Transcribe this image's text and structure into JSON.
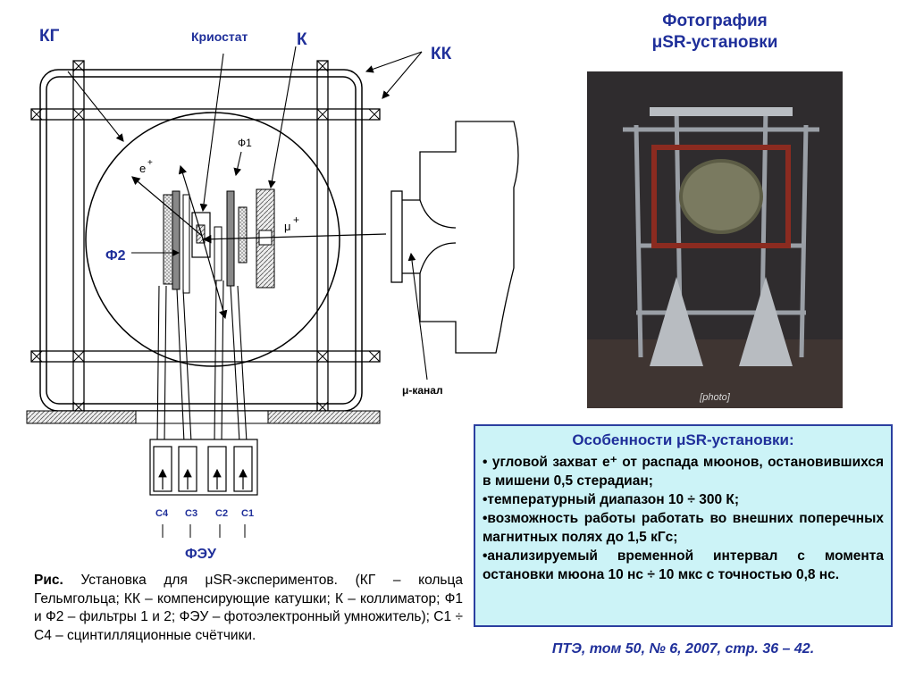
{
  "diagram": {
    "labels": {
      "kg": "КГ",
      "kriostat": "Криостат",
      "k": "К",
      "kk": "КК",
      "f1": "Ф1",
      "f2": "Ф2",
      "e_plus": "e",
      "plus": "+",
      "mu_plus": "μ",
      "mu_channel": "μ-канал",
      "feu": "ФЭУ",
      "counters": [
        "С4",
        "С3",
        "С2",
        "С1"
      ]
    }
  },
  "photo": {
    "title_line1": "Фотография",
    "title_line2": "μSR-установки"
  },
  "features": {
    "title": "Особенности μSR-установки:",
    "items": [
      "• угловой захват e⁺ от распада мюонов, остановившихся в мишени 0,5 стерадиан;",
      "•температурный диапазон 10 ÷ 300 К;",
      "•возможность работы работать во внешних поперечных магнитных полях до 1,5 кГс;",
      "•анализируемый временной интервал с момента остановки мюона 10 нс ÷ 10 мкс с точностью 0,8 нс."
    ]
  },
  "reference": "ПТЭ, том 50, № 6, 2007, стр. 36 – 42.",
  "caption": {
    "bold": "Рис.",
    "text": " Установка для μSR-экспериментов. (КГ – кольца Гельмгольца; КК – компенсирующие катушки; К – коллиматор; Ф1 и Ф2 – фильтры 1 и 2; ФЭУ – фотоэлектронный умножитель); С1 ÷ С4 – сцинтилляционные счётчики."
  },
  "colors": {
    "accent": "#1f2f9a",
    "box_bg": "#ccf3f7"
  }
}
